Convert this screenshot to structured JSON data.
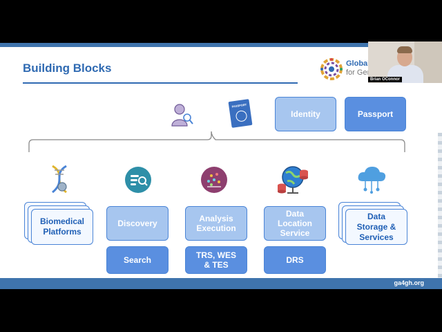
{
  "slide": {
    "title": "Building Blocks",
    "logo_line1": "Global",
    "logo_line2": "for Gen",
    "footer_url": "ga4gh.org"
  },
  "video": {
    "presenter_name": "Brian OConnor"
  },
  "top_row": {
    "identity_label": "Identity",
    "passport_label": "Passport",
    "passport_icon_text": "PASSPORT"
  },
  "components": {
    "biomedical": "Biomedical Platforms",
    "discovery": "Discovery",
    "search": "Search",
    "analysis": "Analysis Execution",
    "trs": "TRS, WES & TES",
    "dlocation": "Data Location Service",
    "drs": "DRS",
    "storage": "Data Storage & Services"
  },
  "colors": {
    "title_blue": "#2f6ab2",
    "light_block": "#a7c6ef",
    "dark_block": "#5a8fe0",
    "stack_border": "#4a84d6"
  }
}
